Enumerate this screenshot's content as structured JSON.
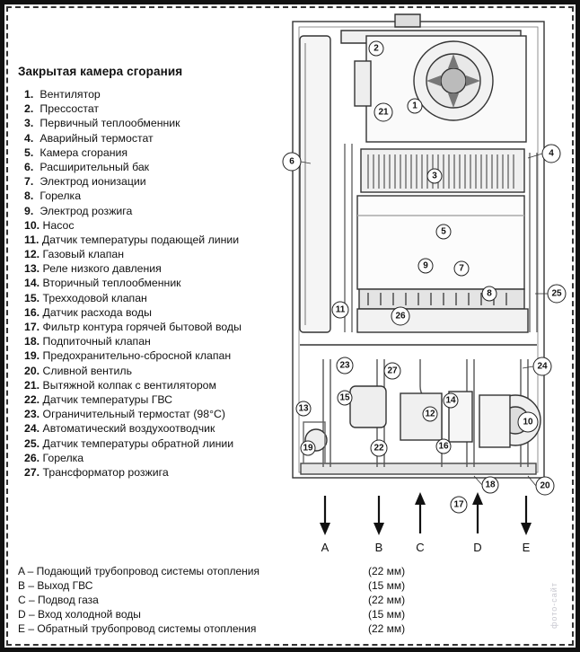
{
  "title": "Закрытая камера сгорания",
  "legend": [
    {
      "num": "1.",
      "text": "Вентилятор"
    },
    {
      "num": "2.",
      "text": "Прессостат"
    },
    {
      "num": "3.",
      "text": "Первичный теплообменник"
    },
    {
      "num": "4.",
      "text": "Аварийный термостат"
    },
    {
      "num": "5.",
      "text": "Камера сгорания"
    },
    {
      "num": "6.",
      "text": "Расширительный бак"
    },
    {
      "num": "7.",
      "text": "Электрод ионизации"
    },
    {
      "num": "8.",
      "text": "Горелка"
    },
    {
      "num": "9.",
      "text": "Электрод розжига"
    },
    {
      "num": "10.",
      "text": "Насос"
    },
    {
      "num": "11.",
      "text": "Датчик температуры подающей линии"
    },
    {
      "num": "12.",
      "text": "Газовый клапан"
    },
    {
      "num": "13.",
      "text": "Реле низкого давления"
    },
    {
      "num": "14.",
      "text": "Вторичный теплообменник"
    },
    {
      "num": "15.",
      "text": "Трехходовой клапан"
    },
    {
      "num": "16.",
      "text": "Датчик расхода воды"
    },
    {
      "num": "17.",
      "text": "Фильтр контура горячей бытовой воды"
    },
    {
      "num": "18.",
      "text": "Подпиточный клапан"
    },
    {
      "num": "19.",
      "text": "Предохранительно-сбросной клапан"
    },
    {
      "num": "20.",
      "text": "Сливной вентиль"
    },
    {
      "num": "21.",
      "text": "Вытяжной колпак с вентилятором"
    },
    {
      "num": "22.",
      "text": "Датчик температуры ГВС"
    },
    {
      "num": "23.",
      "text": "Ограничительный термостат (98°C)"
    },
    {
      "num": "24.",
      "text": "Автоматический воздухоотводчик"
    },
    {
      "num": "25.",
      "text": "Датчик температуры обратной линии"
    },
    {
      "num": "26.",
      "text": "Горелка"
    },
    {
      "num": "27.",
      "text": "Трансформатор розжига"
    }
  ],
  "callouts": [
    "1",
    "2",
    "3",
    "4",
    "5",
    "6",
    "7",
    "8",
    "9",
    "10",
    "11",
    "12",
    "13",
    "14",
    "15",
    "16",
    "17",
    "18",
    "19",
    "20",
    "21",
    "22",
    "23",
    "24",
    "25",
    "26",
    "27"
  ],
  "connections": [
    {
      "letter": "A",
      "direction": "down"
    },
    {
      "letter": "B",
      "direction": "down"
    },
    {
      "letter": "C",
      "direction": "up"
    },
    {
      "letter": "D",
      "direction": "up"
    },
    {
      "letter": "E",
      "direction": "down"
    }
  ],
  "pipes": [
    {
      "desc": "A – Подающий трубопровод системы отопления",
      "size": "(22 мм)"
    },
    {
      "desc": "B – Выход ГВС",
      "size": "(15 мм)"
    },
    {
      "desc": "C – Подвод газа",
      "size": "(22 мм)"
    },
    {
      "desc": "D – Вход холодной воды",
      "size": "(15 мм)"
    },
    {
      "desc": "E – Обратный трубопровод системы отопления",
      "size": "(22 мм)"
    }
  ],
  "watermark": "фото-сайт"
}
